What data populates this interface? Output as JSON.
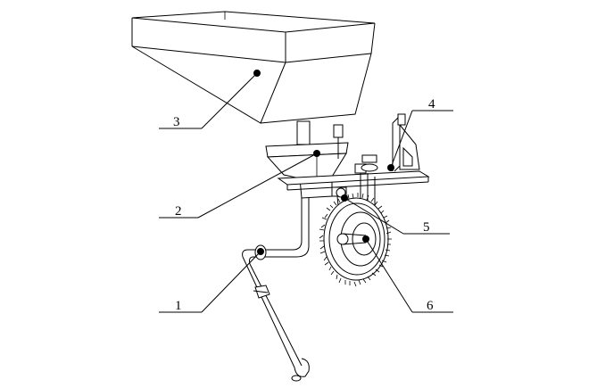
{
  "callouts": [
    {
      "label": "1",
      "part": "seed-tube"
    },
    {
      "label": "2",
      "part": "seed-metering-box"
    },
    {
      "label": "3",
      "part": "seed-hopper"
    },
    {
      "label": "4",
      "part": "mounting-frame"
    },
    {
      "label": "5",
      "part": "drive-chain"
    },
    {
      "label": "6",
      "part": "ground-wheel"
    }
  ]
}
